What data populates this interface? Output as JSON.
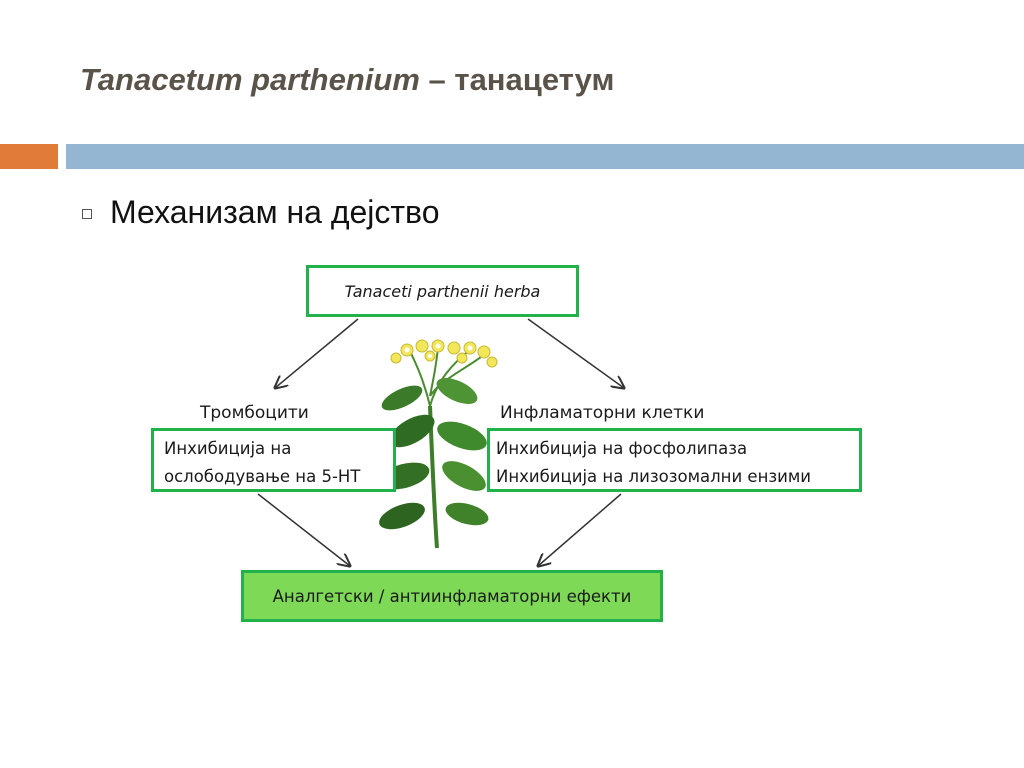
{
  "slide": {
    "title_italic": "Tanacetum parthenium",
    "title_rest": " – танацетум",
    "bullet": "Механизам на дејство"
  },
  "colors": {
    "title_text": "#5a5349",
    "accent_orange": "#e07b39",
    "accent_blue": "#94b6d2",
    "box_border": "#22b14c",
    "result_fill": "#7ed957"
  },
  "diagram": {
    "source_box": "Tanaceti parthenii herba",
    "left_label": "Тромбоцити",
    "left_box": [
      "Инхибиција на",
      "ослободување на 5-HT"
    ],
    "right_label": "Инфламаторни клетки",
    "right_box": [
      "Инхибиција на фосфолипаза",
      "Инхибиција на лизозомални ензими"
    ],
    "result_box": "Аналгетски / антиинфламаторни ефекти",
    "image_icon": "feverfew-plant-icon"
  }
}
